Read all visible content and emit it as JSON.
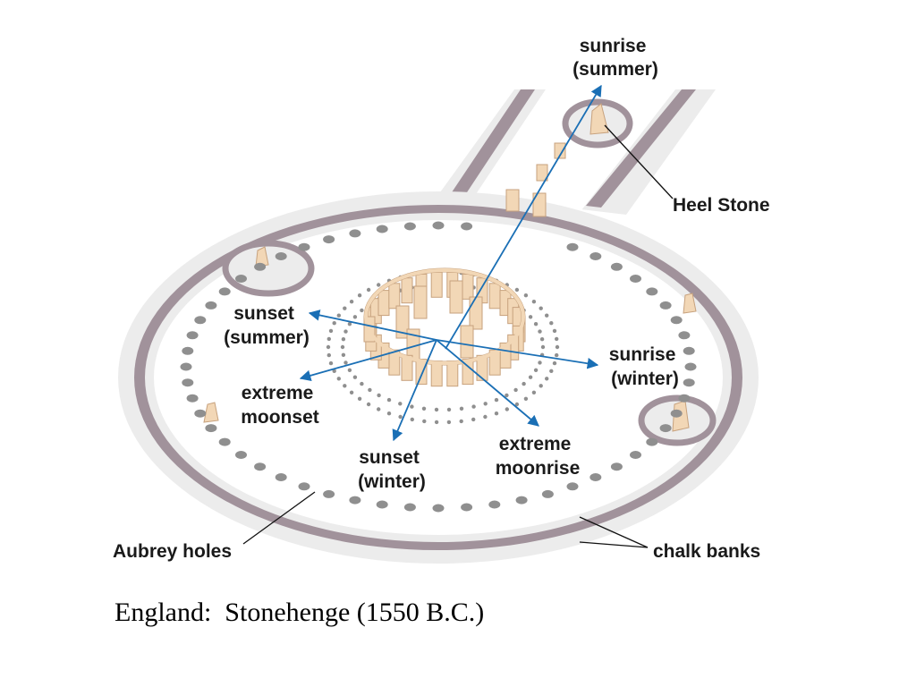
{
  "labels": {
    "sunrise_summer": [
      "sunrise",
      "(summer)"
    ],
    "heel_stone": "Heel Stone",
    "sunset_summer": [
      "sunset",
      "(summer)"
    ],
    "sunrise_winter": [
      "sunrise",
      "(winter)"
    ],
    "extreme_moonset": [
      "extreme",
      "moonset"
    ],
    "sunset_winter": [
      "sunset",
      "(winter)"
    ],
    "extreme_moonrise": [
      "extreme",
      "moonrise"
    ],
    "aubrey_holes": "Aubrey holes",
    "chalk_banks": "chalk banks"
  },
  "caption": "England:  Stonehenge (1550 B.C.)",
  "colors": {
    "bank": "#a1929b",
    "ground": "#ececec",
    "plain": "#ffffff",
    "hole": "#8f8f8f",
    "stone": "#f2d7b6",
    "stone_edge": "#c7a27e",
    "arrow": "#1a6fb5",
    "leader": "#111111"
  }
}
